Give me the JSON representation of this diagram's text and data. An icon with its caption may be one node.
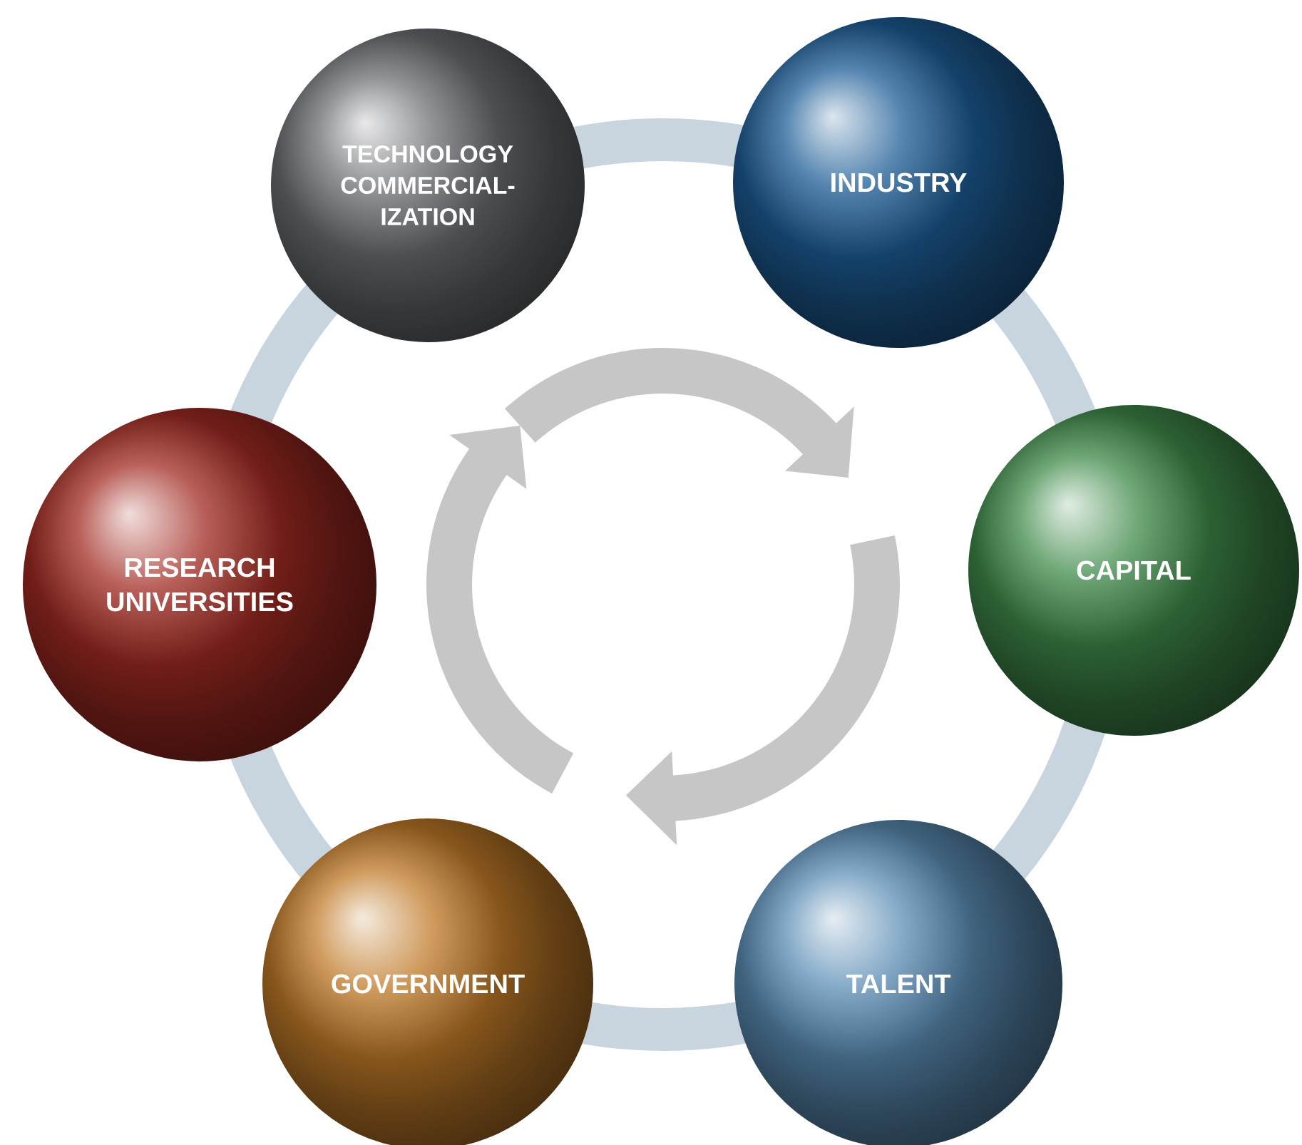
{
  "diagram": {
    "nodes": [
      {
        "text": [
          "TECHNOLOGY COMMERCIAL- IZATION"
        ]
      },
      {
        "text": [
          "INDUSTRY"
        ]
      },
      {
        "text": [
          "RESEARCH UNIVERSITIES"
        ]
      },
      {
        "text": [
          "CAPITAL"
        ]
      },
      {
        "text": [
          "GOVERNMENT"
        ]
      },
      {
        "text": [
          "TALENT"
        ]
      }
    ]
  }
}
